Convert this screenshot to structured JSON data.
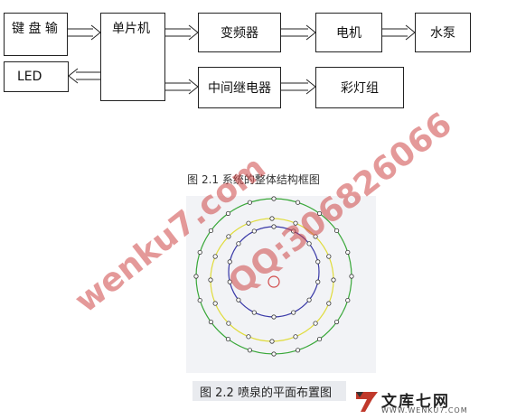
{
  "blocks": {
    "keyboard": "键 盘 输",
    "mcu": "单片机",
    "led": "LED",
    "inverter": "变频器",
    "motor": "电机",
    "pump": "水泵",
    "relay": "中间继电器",
    "lights": "彩灯组"
  },
  "captions": {
    "figure_2_1": "图 2.1 系统的整体结构框图",
    "figure_2_2": "图 2.2 喷泉的平面布置图"
  },
  "plan": {
    "rings": [
      {
        "color": "#3aa83a",
        "nozzles": 20
      },
      {
        "color": "#e0dc3c",
        "nozzles": 16
      },
      {
        "color": "#3a3aa8",
        "nozzles": 14
      },
      {
        "color": "#d14a4a",
        "nozzles": 0
      }
    ]
  },
  "watermark": {
    "site": "wenku7.com",
    "qq": "QQ:306826066",
    "logo_text": "文库七网",
    "logo_url": "WWW.WENKU7.COM"
  }
}
